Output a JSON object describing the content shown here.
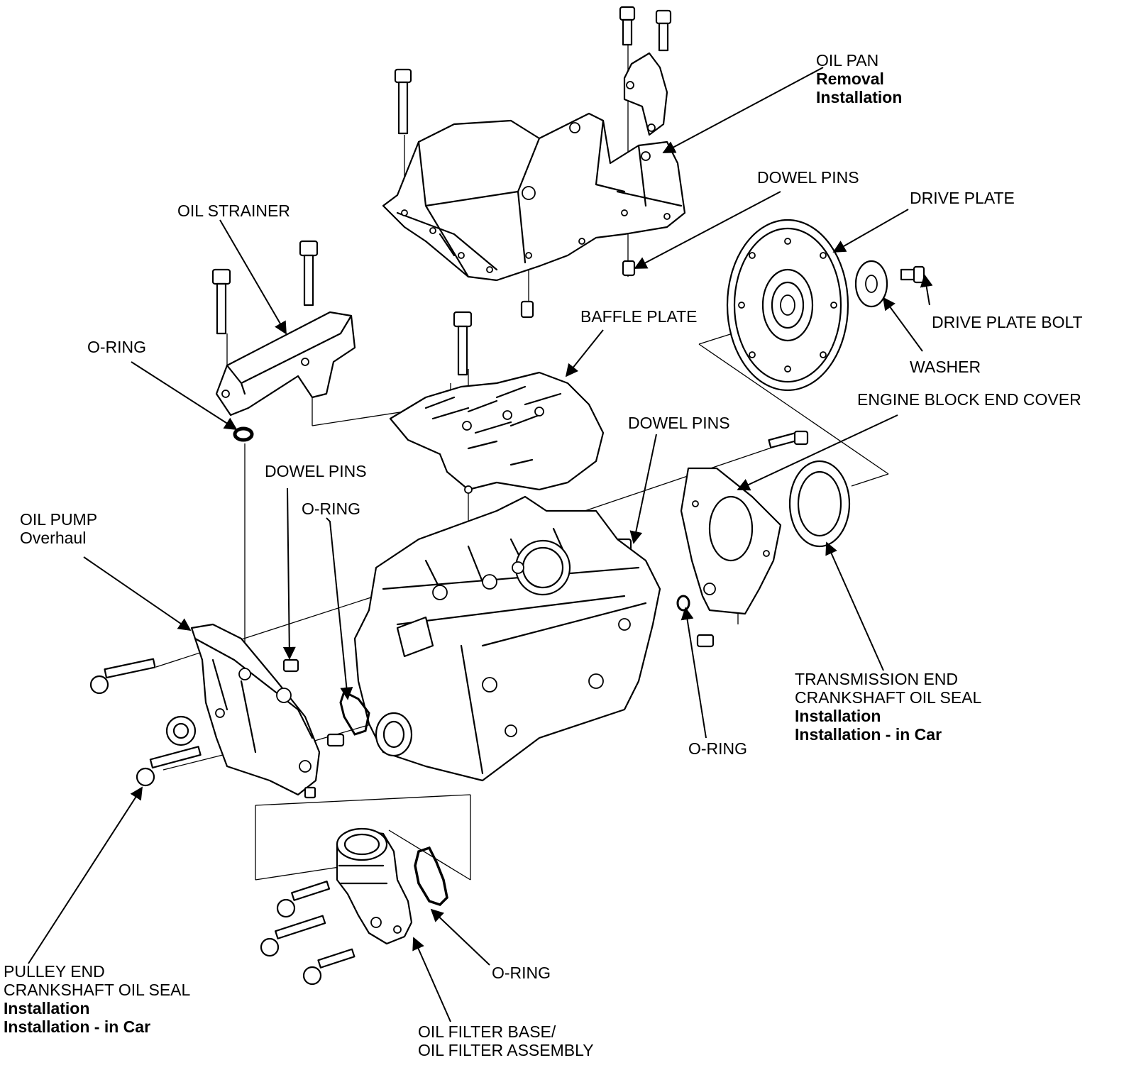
{
  "labels": {
    "oil_pan": {
      "name": "OIL PAN",
      "links": [
        "Removal",
        "Installation"
      ]
    },
    "dowel_pins_top": "DOWEL PINS",
    "drive_plate": "DRIVE PLATE",
    "oil_strainer": "OIL STRAINER",
    "drive_plate_bolt": "DRIVE PLATE BOLT",
    "baffle_plate": "BAFFLE PLATE",
    "o_ring_upper_left": "O-RING",
    "washer": "WASHER",
    "engine_block_end_cover": "ENGINE BLOCK END COVER",
    "dowel_pins_right": "DOWEL PINS",
    "dowel_pins_center": "DOWEL PINS",
    "o_ring_center": "O-RING",
    "oil_pump": {
      "name": "OIL PUMP",
      "links": [
        "Overhaul"
      ]
    },
    "transmission_end_seal": {
      "name_lines": [
        "TRANSMISSION END",
        "CRANKSHAFT OIL SEAL"
      ],
      "links": [
        "Installation",
        "Installation - in Car"
      ]
    },
    "o_ring_right": "O-RING",
    "pulley_end_seal": {
      "name_lines": [
        "PULLEY END",
        "CRANKSHAFT OIL SEAL"
      ],
      "links": [
        "Installation",
        "Installation - in Car"
      ]
    },
    "o_ring_bottom": "O-RING",
    "oil_filter": {
      "name_lines": [
        "OIL FILTER BASE/",
        "OIL FILTER ASSEMBLY"
      ]
    }
  }
}
